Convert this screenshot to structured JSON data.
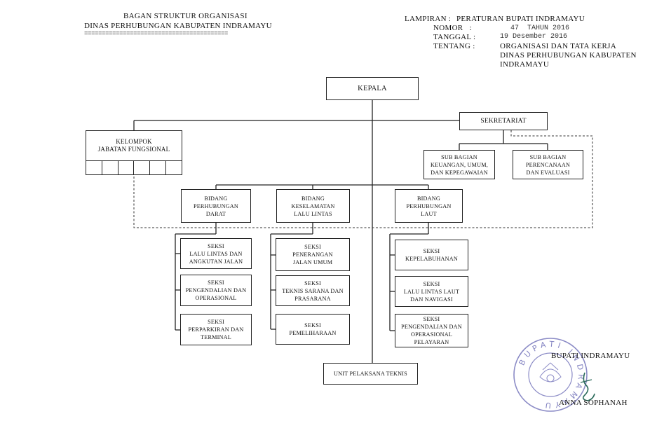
{
  "header_left": {
    "line1": "BAGAN STRUKTUR ORGANISASI",
    "line2": "DINAS PERHUBUNGAN KABUPATEN INDRAMAYU",
    "underline": "========================================="
  },
  "header_right": {
    "lampiran_label": "LAMPIRAN :",
    "lampiran_value": "PERATURAN BUPATI INDRAMAYU",
    "nomor_label": "NOMOR   :",
    "nomor_value": "47  TAHUN 2016",
    "tanggal_label": "TANGGAL :",
    "tanggal_value": "19 Desember 2016",
    "tentang_label": "TENTANG :",
    "tentang_line1": "ORGANISASI DAN TATA KERJA",
    "tentang_line2": "DINAS PERHUBUNGAN KABUPATEN",
    "tentang_line3": "INDRAMAYU"
  },
  "org": {
    "kepala": "KEPALA",
    "sekretariat": "SEKRETARIAT",
    "kelompok": "KELOMPOK\nJABATAN FUNGSIONAL",
    "sub_keuangan": "SUB BAGIAN\nKEUANGAN, UMUM,\nDAN KEPEGAWAIAN",
    "sub_perencanaan": "SUB BAGIAN\nPERENCANAAN\nDAN EVALUASI",
    "bidang_darat": "BIDANG\nPERHUBUNGAN\nDARAT",
    "bidang_keselamatan": "BIDANG\nKESELAMATAN\nLALU LINTAS",
    "bidang_laut": "BIDANG\nPERHUBUNGAN\nLAUT",
    "seksi_darat": [
      "SEKSI\nLALU LINTAS DAN\nANGKUTAN JALAN",
      "SEKSI\nPENGENDALIAN DAN\nOPERASIONAL",
      "SEKSI\nPERPARKIRAN DAN\nTERMINAL"
    ],
    "seksi_keselamatan": [
      "SEKSI\nPENERANGAN\nJALAN UMUM",
      "SEKSI\nTEKNIS SARANA DAN\nPRASARANA",
      "SEKSI\nPEMELIHARAAN"
    ],
    "seksi_laut": [
      "SEKSI\nKEPELABUHANAN",
      "SEKSI\nLALU LINTAS LAUT\nDAN NAVIGASI",
      "SEKSI\nPENGENDALIAN DAN\nOPERASIONAL\nPELAYARAN"
    ],
    "upt": "UNIT PELAKSANA TEKNIS"
  },
  "signature": {
    "title": "BUPATI INDRAMAYU",
    "name": "ANNA SOPHANAH",
    "stamp_text": "BUPATI INDRAMAYU",
    "stamp_color": "#6f6fb8",
    "ink_color": "#2a6a5a"
  }
}
